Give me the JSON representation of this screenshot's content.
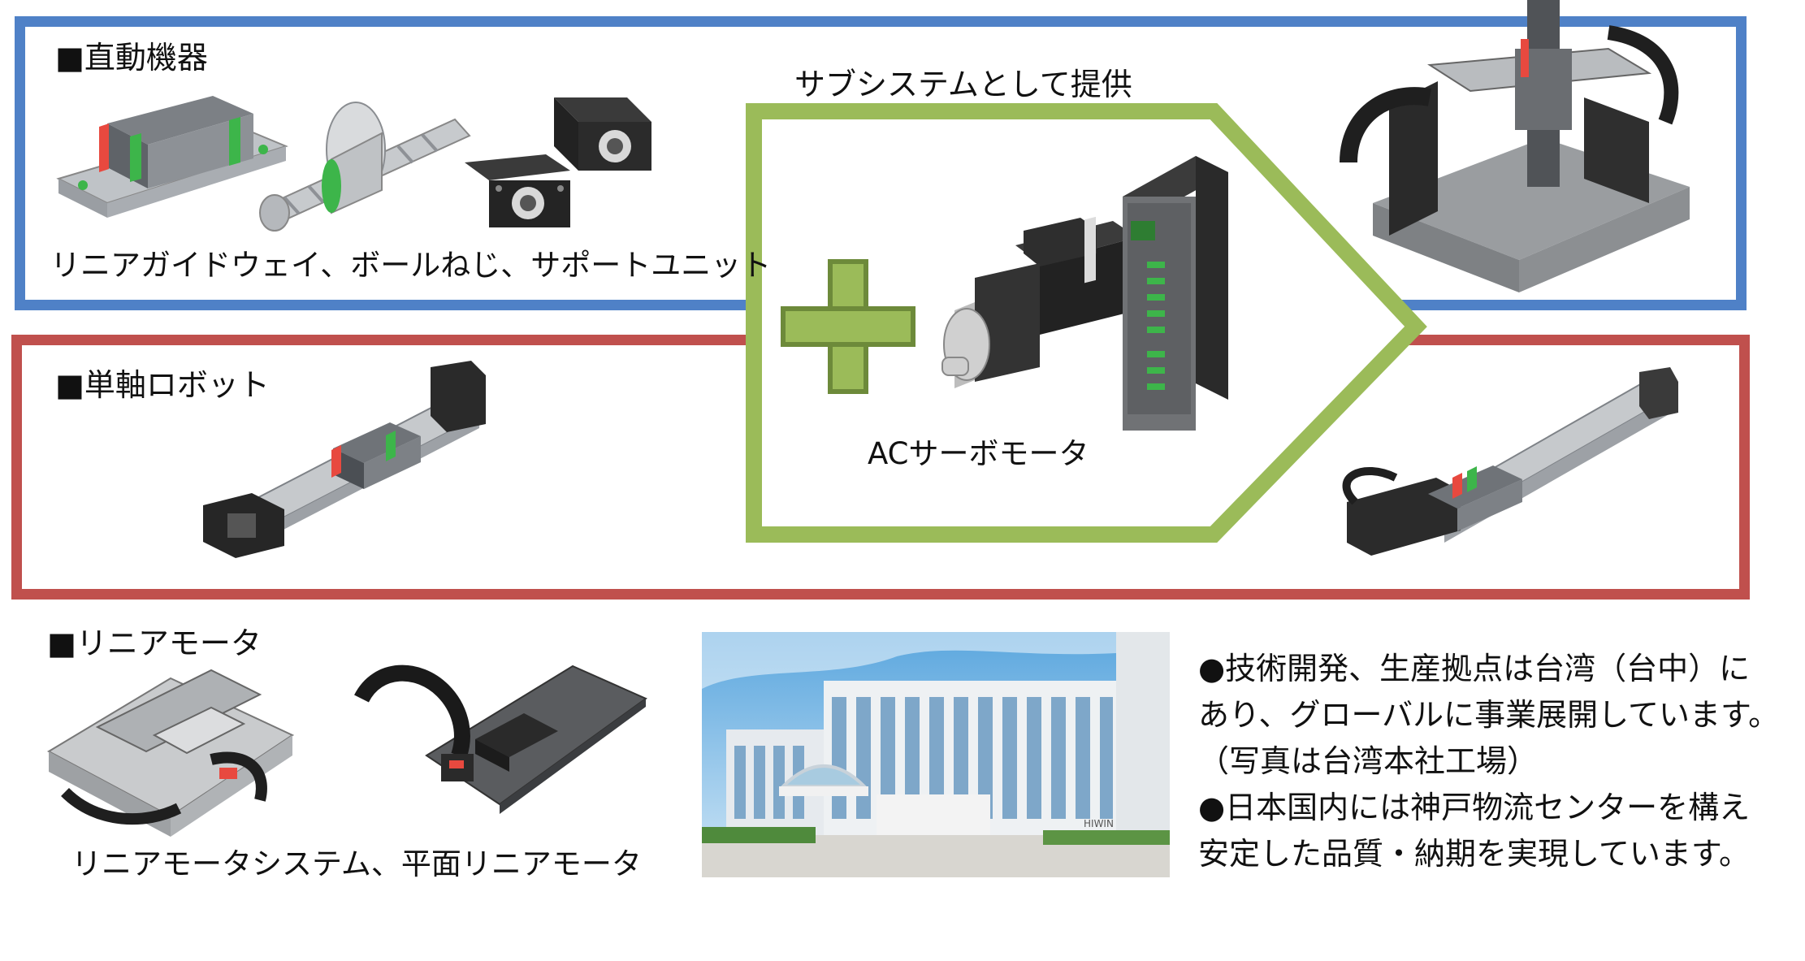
{
  "sections": {
    "linear_equipment": {
      "title": "■直動機器",
      "caption": "リニアガイドウェイ、ボールねじ、サポートユニット",
      "icons": [
        "linear-guide-icon",
        "ball-screw-icon",
        "support-unit-icon"
      ]
    },
    "single_axis_robot": {
      "title": "■単軸ロボット",
      "icons": [
        "single-axis-robot-icon",
        "motorized-axis-icon"
      ]
    },
    "linear_motor": {
      "title": "■リニアモータ",
      "caption": "リニアモータシステム、平面リニアモータ",
      "icons": [
        "xy-linear-motor-stage-icon",
        "planar-linear-motor-icon"
      ]
    }
  },
  "subsystem": {
    "label": "サブシステムとして提供",
    "motor_caption": "ACサーボモータ",
    "icons": [
      "plus-icon",
      "servo-motor-icon",
      "servo-driver-icon",
      "gantry-system-icon"
    ]
  },
  "factory_photo": {
    "icon": "factory-building-icon",
    "sign_text": "HIWIN"
  },
  "info": {
    "lines": [
      "●技術開発、生産拠点は台湾（台中）に",
      "あり、グローバルに事業展開しています。",
      "（写真は台湾本社工場）",
      "●日本国内には神戸物流センターを構え",
      "安定した品質・納期を実現しています。"
    ]
  },
  "colors": {
    "blue_frame": "#4f81c7",
    "red_frame": "#c0504d",
    "green_arrow": "#9bbb59",
    "guide_green": "#3db54a",
    "guide_red": "#e8493f"
  }
}
